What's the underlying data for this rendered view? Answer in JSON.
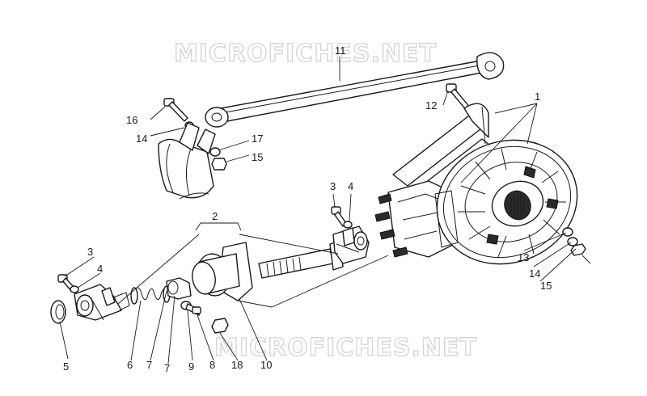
{
  "watermark": {
    "text_top": "MICROFICHES.NET",
    "text_bottom": "MICROFICHES.NET"
  },
  "callouts": {
    "c1": "1",
    "c2": "2",
    "c3a": "3",
    "c3b": "3",
    "c4a": "4",
    "c4b": "4",
    "c5": "5",
    "c6": "6",
    "c7a": "7",
    "c7b": "7",
    "c8": "8",
    "c9": "9",
    "c10": "10",
    "c11": "11",
    "c12": "12",
    "c13": "13",
    "c14a": "14",
    "c14b": "14",
    "c15a": "15",
    "c15b": "15",
    "c16": "16",
    "c17": "17",
    "c18": "18"
  }
}
